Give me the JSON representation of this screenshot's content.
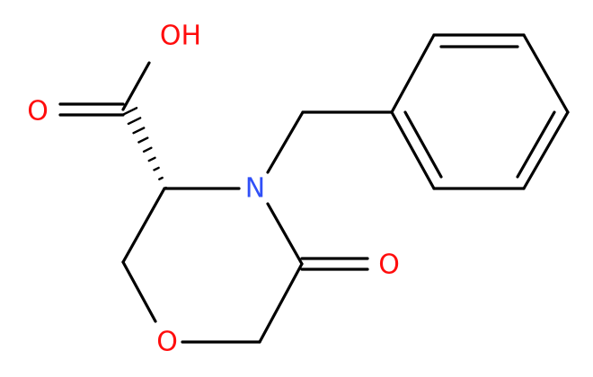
{
  "molecule": {
    "atoms": {
      "hydroxyl": "OH",
      "carbonyl_oxygen_acid": "O",
      "ring_nitrogen": "N",
      "ketone_oxygen": "O",
      "ring_oxygen": "O"
    },
    "colors": {
      "oxygen": "#ff0d0d",
      "nitrogen": "#3050f8",
      "bond": "#000000",
      "background": "#ffffff"
    }
  }
}
